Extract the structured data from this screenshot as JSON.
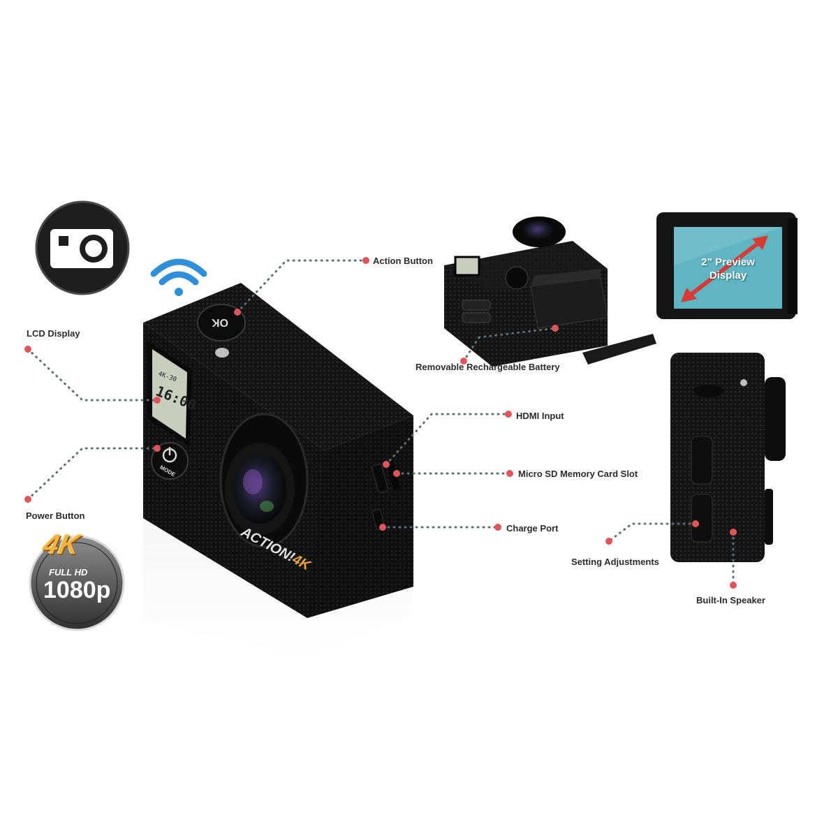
{
  "callouts": {
    "action_button": "Action Button",
    "lcd_display": "LCD Display",
    "power_button": "Power Button",
    "hdmi_input": "HDMI Input",
    "micro_sd": "Micro SD Memory Card Slot",
    "charge_port": "Charge Port",
    "removable_battery": "Removable Rechargeable Battery",
    "setting_adjustments": "Setting Adjustments",
    "built_in_speaker": "Built-In Speaker"
  },
  "badge": {
    "top": "4K",
    "mid": "FULL HD",
    "main": "1080p"
  },
  "preview": {
    "line1": "2” Preview",
    "line2": "Display"
  },
  "camera": {
    "ok_label": "OK",
    "mode_label": "MODE",
    "brand": "ACTION!",
    "brand_accent": "4K",
    "lcd_top": "4K-30",
    "lcd_time": "16:00"
  },
  "colors": {
    "accent": "#e0555a",
    "wifi": "#2f8fd8",
    "preview_screen": "#5fb5c2",
    "camera_body": "#161616",
    "badge_gold": "#e8a23a"
  }
}
